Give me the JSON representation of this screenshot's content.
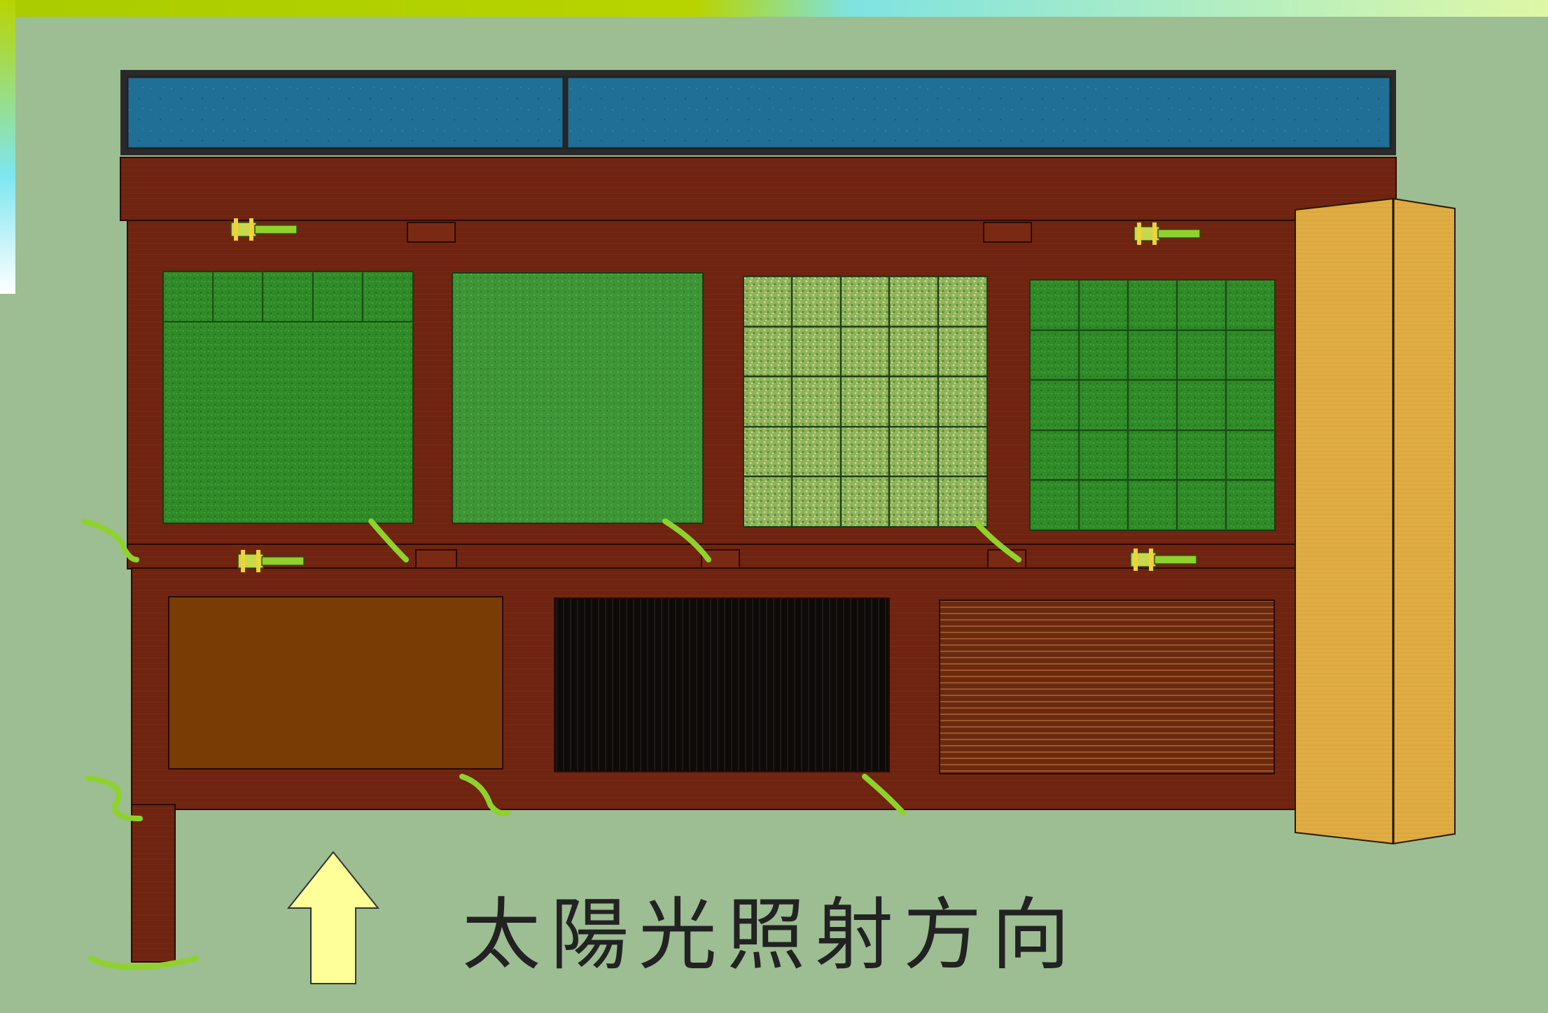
{
  "caption": {
    "text": "太陽光照射方向"
  },
  "colors": {
    "background": "#9dbd93",
    "frame_wood": "#6e2410",
    "water_tank": "#1f6f96",
    "grass_dark": "#2f8a28",
    "grass_medium": "#3d9535",
    "grass_light": "#b7c47a",
    "soil_brown": "#7a3c05",
    "dark_panel": "#0d0a08",
    "slat_panel": "#6a2a10",
    "door_panel": "#e0ad45",
    "clamp": "#8fd22d",
    "arrow_fill": "#ffff99",
    "caption": "#222222"
  },
  "icons": {
    "sun_direction": "up-arrow-icon",
    "clamp": "clip-clamp-icon",
    "pipe": "hose-pipe-icon"
  },
  "diagram": {
    "water_tanks": 2,
    "upper_green_panels": [
      {
        "id": "upper-1",
        "texture": "dark-grass-with-top-row"
      },
      {
        "id": "upper-2",
        "texture": "medium-grass"
      },
      {
        "id": "upper-3",
        "texture": "light-grass-grid-5x5"
      },
      {
        "id": "upper-4",
        "texture": "dark-grass-grid-5x5"
      }
    ],
    "lower_panels": [
      {
        "id": "lower-1",
        "texture": "brown-solid"
      },
      {
        "id": "lower-2",
        "texture": "black-vertical-mesh"
      },
      {
        "id": "lower-3",
        "texture": "brown-horizontal-slats"
      }
    ],
    "side_door": "folding-two-leaf"
  }
}
